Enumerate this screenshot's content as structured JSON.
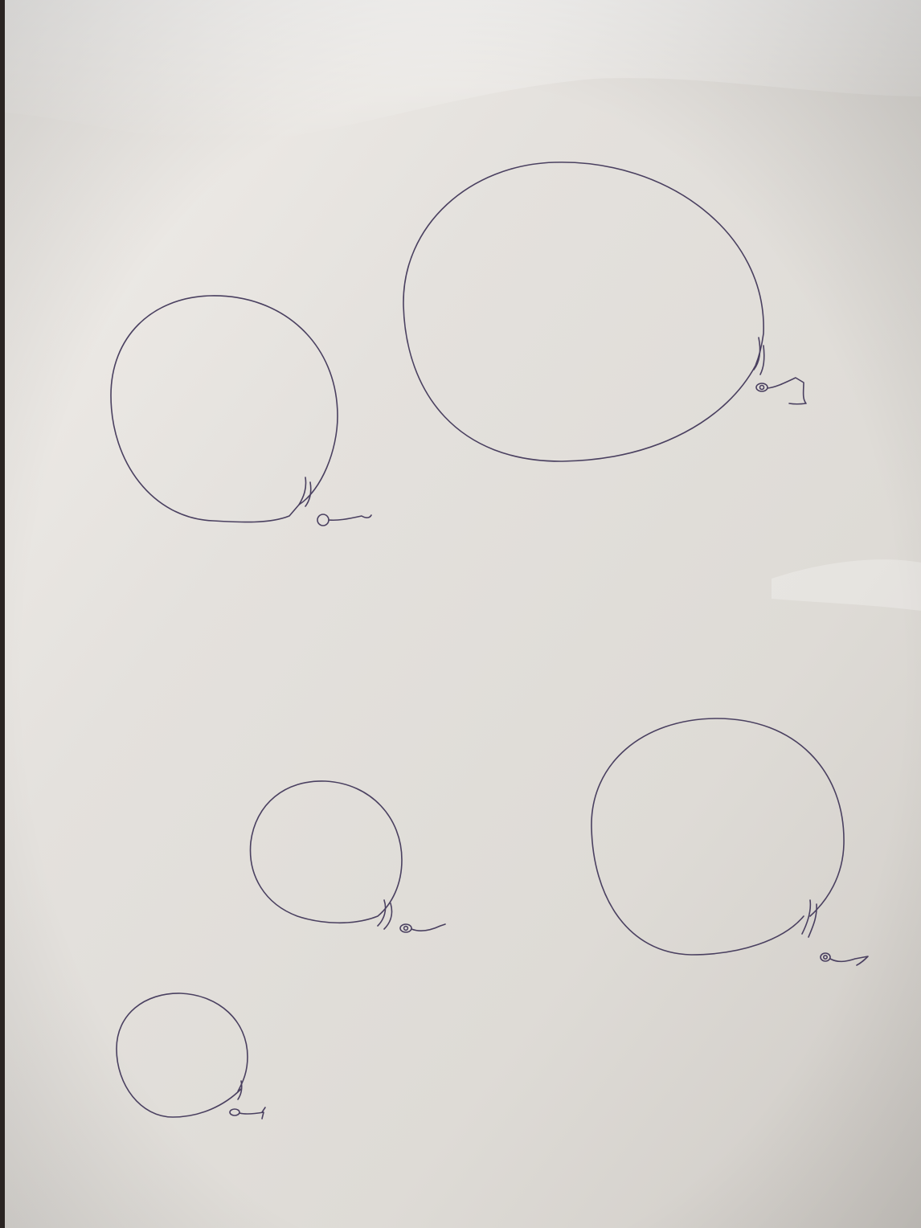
{
  "colors": {
    "background_table": "#8e2a22",
    "paper_light": "#f3f0ec",
    "paper_mid": "#e2dfdb",
    "paper_shadow": "#b9b3ad",
    "ink": "#4a4060"
  },
  "balloons": [
    {
      "name": "balloon-large-top-right",
      "icon": "balloon-drawing"
    },
    {
      "name": "balloon-medium-left",
      "icon": "balloon-drawing"
    },
    {
      "name": "balloon-medium-bottom-right",
      "icon": "balloon-drawing"
    },
    {
      "name": "balloon-small-center",
      "icon": "balloon-drawing"
    },
    {
      "name": "balloon-small-bottom-left",
      "icon": "balloon-drawing"
    }
  ]
}
